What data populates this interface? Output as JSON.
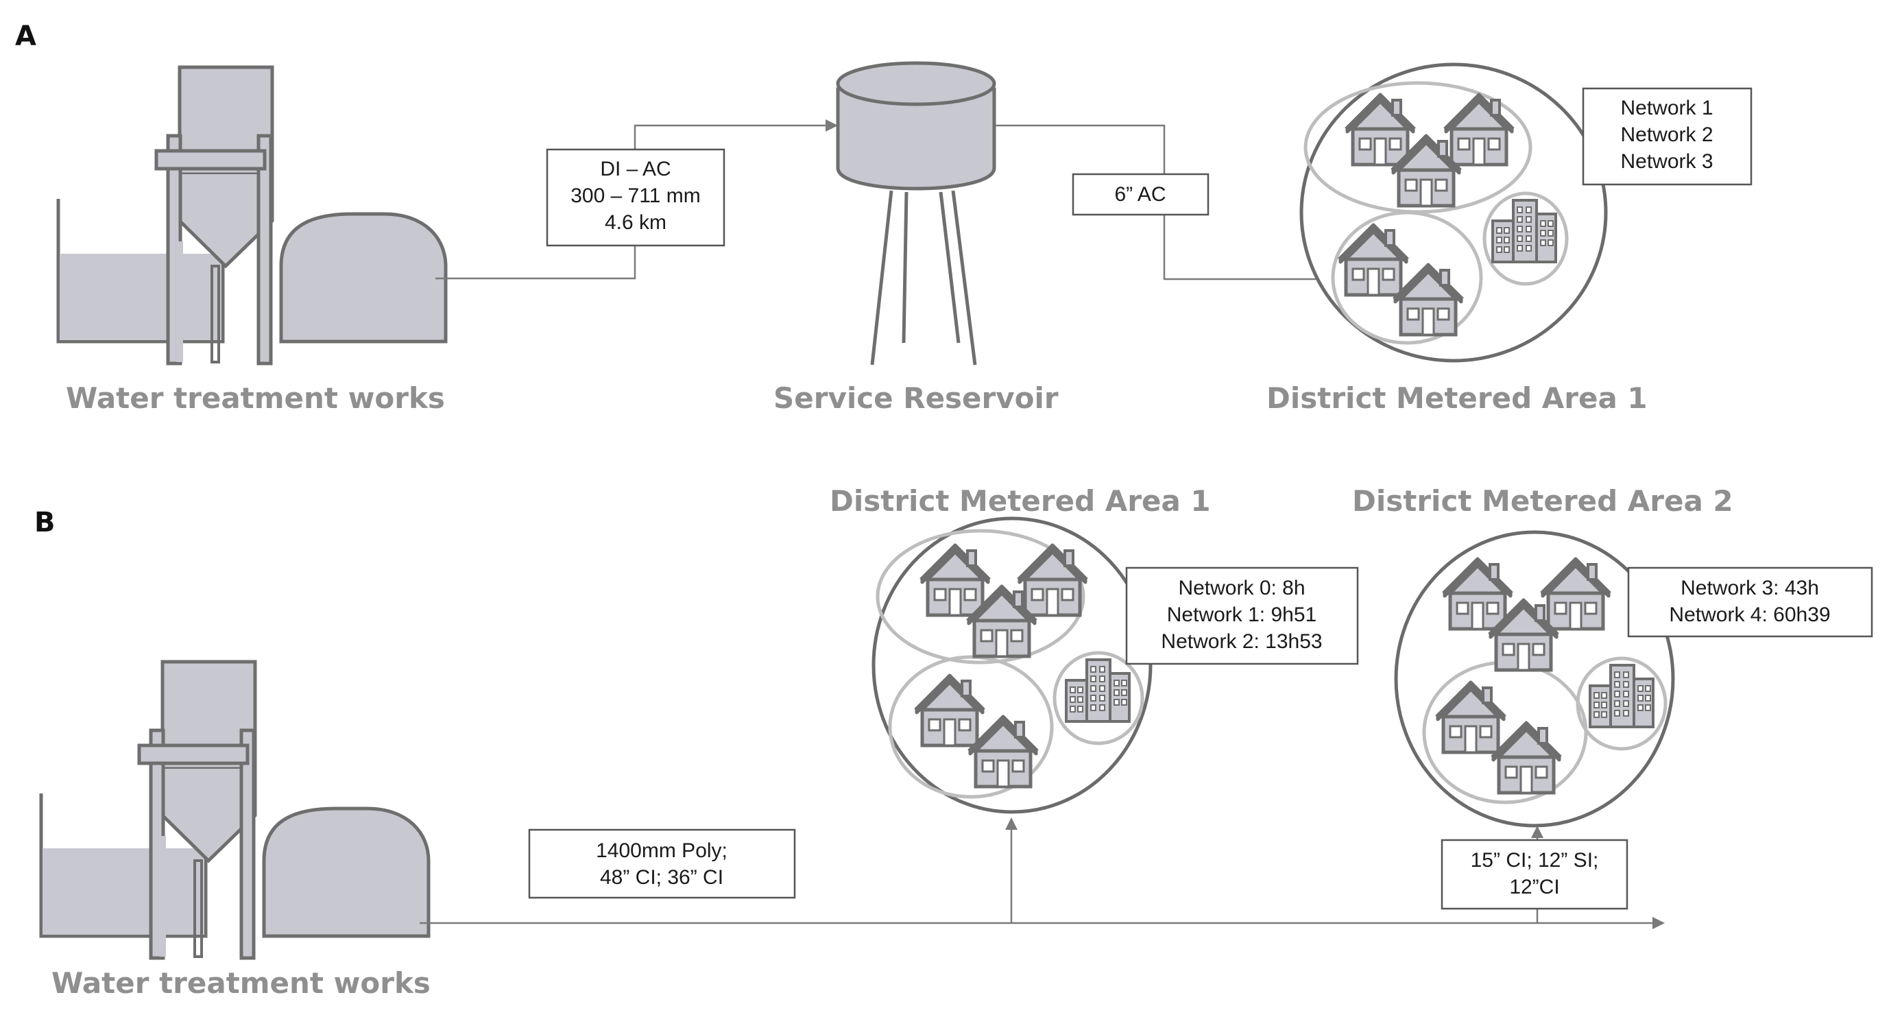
{
  "panel_a": {
    "letter": "A",
    "wtw_label": "Water treatment works",
    "reservoir_label": "Service Reservoir",
    "dma_label": "District Metered Area 1",
    "pipe1": {
      "line1": "DI – AC",
      "line2": "300 – 711 mm",
      "line3": "4.6 km"
    },
    "pipe2": {
      "line1": "6” AC"
    },
    "networks": [
      "Network 1",
      "Network 2",
      "Network 3"
    ],
    "icons": [
      "water-treatment-works-icon",
      "service-reservoir-icon",
      "house-icon",
      "building-icon"
    ]
  },
  "panel_b": {
    "letter": "B",
    "wtw_label": "Water treatment works",
    "dma1_label": "District Metered Area 1",
    "dma2_label": "District Metered Area 2",
    "main_pipe": {
      "line1": "1400mm Poly;",
      "line2": "48” CI; 36” CI"
    },
    "dma2_pipe": {
      "line1": "15” CI; 12” SI;",
      "line2": "12”CI"
    },
    "dma1_networks": [
      "Network 0: 8h",
      "Network 1: 9h51",
      "Network 2:  13h53"
    ],
    "dma2_networks": [
      "Network 3: 43h",
      "Network 4:  60h39"
    ]
  },
  "colors": {
    "fill_grey": "#c8c8d0",
    "stroke_grey": "#6e6e6e",
    "title_grey": "#8f8f8f",
    "light_ring": "#bdbdbd"
  }
}
